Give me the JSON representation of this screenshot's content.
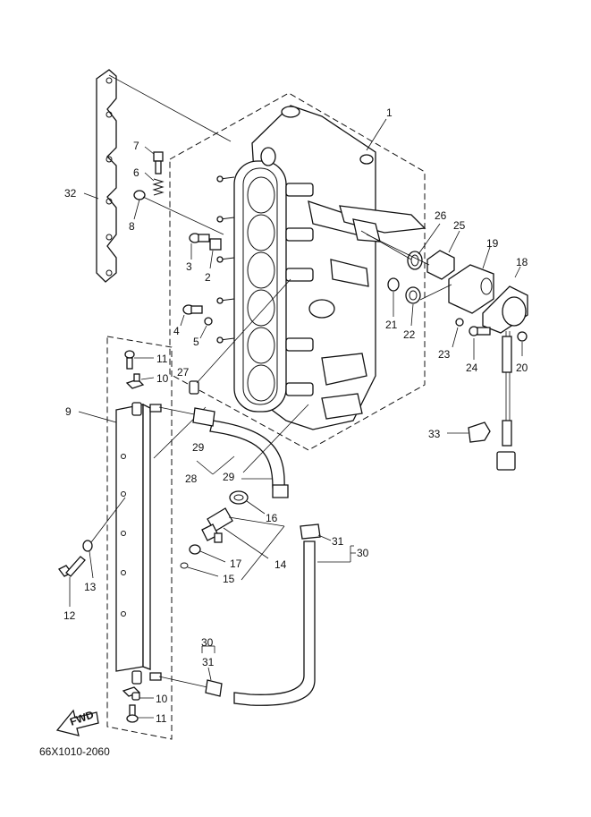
{
  "diagram_code": "66X1010-2060",
  "fwd_label": "FWD",
  "callouts": {
    "c1": "1",
    "c2": "2",
    "c3": "3",
    "c4": "4",
    "c5": "5",
    "c6": "6",
    "c7": "7",
    "c8": "8",
    "c9": "9",
    "c10a": "10",
    "c10b": "10",
    "c11a": "11",
    "c11b": "11",
    "c12": "12",
    "c13": "13",
    "c14": "14",
    "c15": "15",
    "c16": "16",
    "c17": "17",
    "c18": "18",
    "c19": "19",
    "c20": "20",
    "c21": "21",
    "c22": "22",
    "c23": "23",
    "c24": "24",
    "c25": "25",
    "c26": "26",
    "c27": "27",
    "c28": "28",
    "c29a": "29",
    "c29b": "29",
    "c30a": "30",
    "c30b": "30",
    "c31a": "31",
    "c31b": "31",
    "c32": "32",
    "c33": "33"
  }
}
